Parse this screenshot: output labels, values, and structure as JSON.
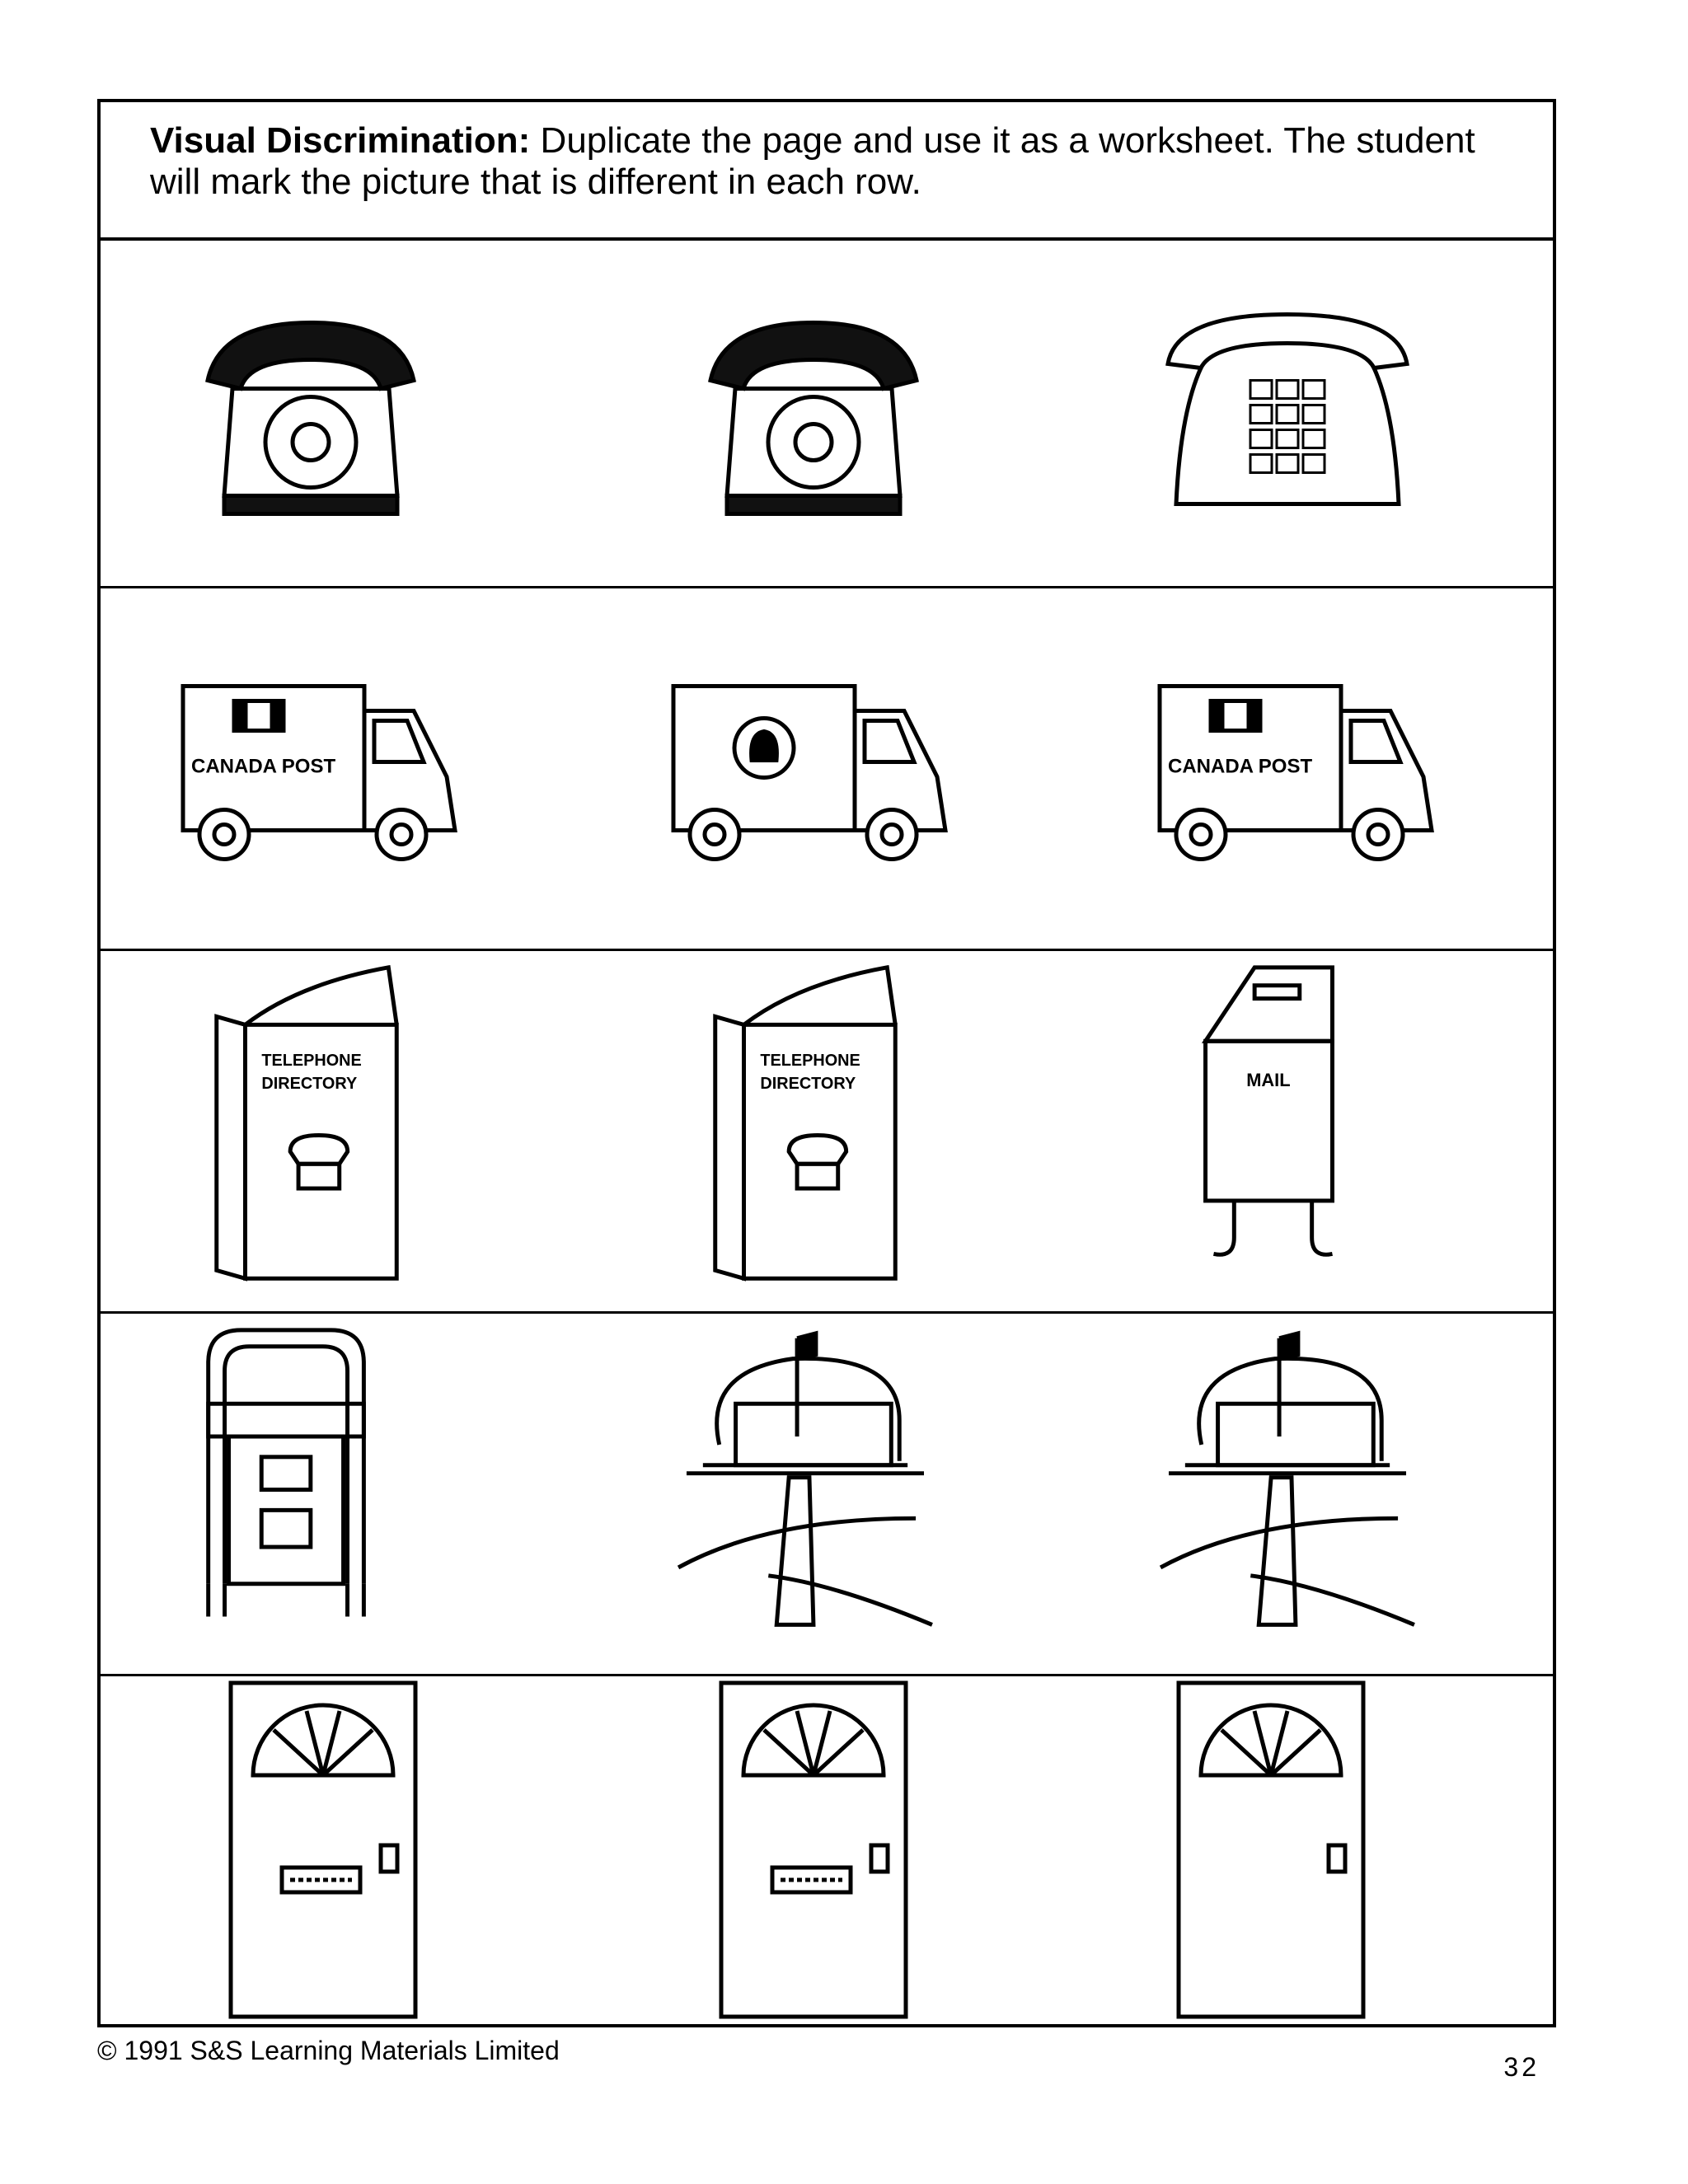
{
  "header": {
    "title": "Visual Discrimination:",
    "instructions": "Duplicate the page and use it as a worksheet. The student will mark the picture that is different in each row."
  },
  "rows": [
    {
      "name": "telephones"
    },
    {
      "name": "trucks",
      "truck_label": "CANADA POST"
    },
    {
      "name": "directories",
      "book_title_line1": "TELEPHONE",
      "book_title_line2": "DIRECTORY",
      "mailbox_label": "MAIL"
    },
    {
      "name": "mailboxes"
    },
    {
      "name": "doors"
    }
  ],
  "footer": {
    "copyright": "© 1991 S&S Learning Materials Limited",
    "page_number": "32"
  }
}
